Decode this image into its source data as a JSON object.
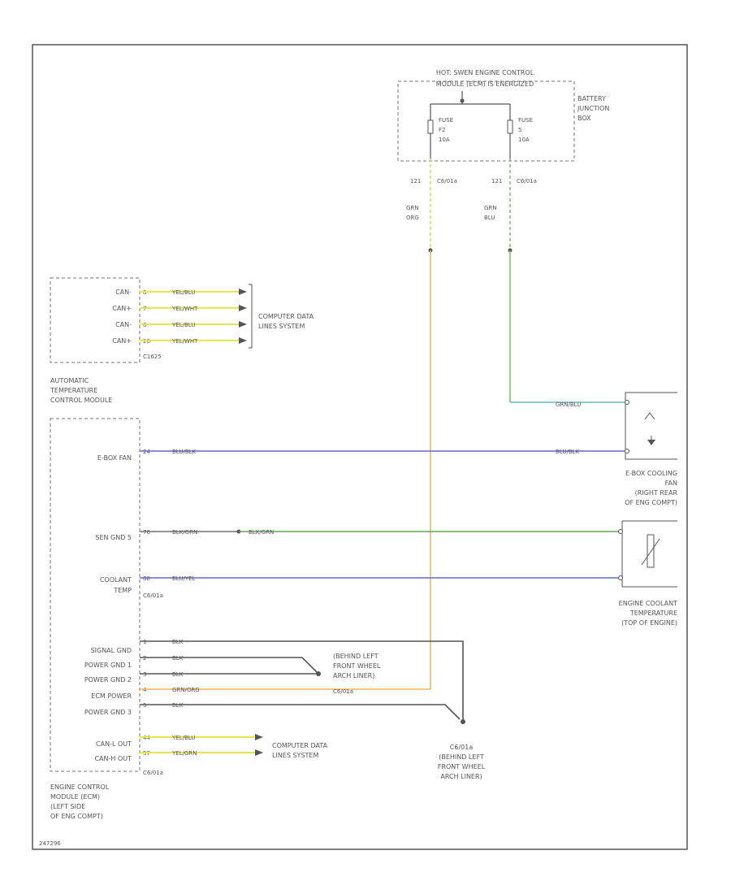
{
  "colors": {
    "orange": "#f0b060",
    "green": "#66cc55",
    "teal": "#66bbbb",
    "blue": "#6666cc",
    "gray": "#555555",
    "yellow": "#e6e64d",
    "yellow_green": "#ccdd44"
  },
  "battery_box": {
    "header_line1": "HOT: SWEN ENGINE CONTROL",
    "header_line2": "MODULE (ECM) IS ENERGIZED",
    "label_line1": "BATTERY",
    "label_line2": "JUNCTION",
    "label_line3": "BOX",
    "fuse_left": {
      "line1": "FUSE",
      "line2": "F2",
      "line3": "10A"
    },
    "fuse_right": {
      "line1": "FUSE",
      "line2": "5",
      "line3": "10A"
    },
    "left_pin": "121",
    "left_connector": "C6/01a",
    "right_pin": "121",
    "right_connector": "C6/01a",
    "left_wire_line1": "GRN",
    "left_wire_line2": "ORG",
    "right_wire_line1": "GRN",
    "right_wire_line2": "BLU"
  },
  "atc_module": {
    "pins": [
      {
        "name": "CAN-",
        "num": "8",
        "wire": "YEL/BLU"
      },
      {
        "name": "CAN+",
        "num": "7",
        "wire": "YEL/WHT"
      },
      {
        "name": "CAN-",
        "num": "8",
        "wire": "YEL/BLU"
      },
      {
        "name": "CAN+",
        "num": "20",
        "wire": "YEL/WHT"
      }
    ],
    "connector": "C1625",
    "destination_line1": "COMPUTER DATA",
    "destination_line2": "LINES SYSTEM",
    "label_line1": "AUTOMATIC",
    "label_line2": "TEMPERATURE",
    "label_line3": "CONTROL MODULE"
  },
  "ecm": {
    "ebox_fan": {
      "name": "E-BOX FAN",
      "num": "24",
      "wire": "BLU/BLK",
      "wire_right": "BLU/BLK"
    },
    "fan_supply_wire": "GRN/BLU",
    "sen_gnd": {
      "name": "SEN GND 5",
      "num": "76",
      "wire": "BLK/GRN",
      "wire_right": "BLK/GRN"
    },
    "coolant": {
      "name_line1": "COOLANT",
      "name_line2": "TEMP",
      "num": "88",
      "wire": "BLU/YEL",
      "connector": "C6/01a"
    },
    "grounds": [
      {
        "name": "SIGNAL GND",
        "num": "1",
        "wire": "BLK"
      },
      {
        "name": "POWER GND 1",
        "num": "2",
        "wire": "BLK"
      },
      {
        "name": "POWER GND 2",
        "num": "3",
        "wire": "BLK"
      },
      {
        "name": "ECM POWER",
        "num": "4",
        "wire": "GRN/ORG"
      },
      {
        "name": "POWER GND 3",
        "num": "5",
        "wire": "BLK"
      }
    ],
    "can_pins": [
      {
        "name": "CAN-L OUT",
        "num": "44",
        "wire": "YEL/BLU"
      },
      {
        "name": "CAN-H OUT",
        "num": "57",
        "wire": "YEL/GRN"
      }
    ],
    "connector": "C6/01a",
    "label_line1": "ENGINE CONTROL",
    "label_line2": "MODULE (ECM)",
    "label_line3": "(LEFT SIDE",
    "label_line4": "OF ENG COMPT)"
  },
  "ground1": {
    "line1": "(BEHIND LEFT",
    "line2": "FRONT WHEEL",
    "line3": "ARCH LINER)",
    "connector": "C6/01a"
  },
  "ground2": {
    "name": "C6/01a",
    "line1": "(BEHIND LEFT",
    "line2": "FRONT WHEEL",
    "line3": "ARCH LINER)"
  },
  "ecm_can_destination": {
    "line1": "COMPUTER DATA",
    "line2": "LINES SYSTEM"
  },
  "ebox_fan_motor": {
    "line1": "E-BOX COOLING",
    "line2": "FAN",
    "line3": "(RIGHT REAR",
    "line4": "OF ENG COMPT)"
  },
  "coolant_sensor": {
    "line1": "ENGINE COOLANT",
    "line2": "TEMPERATURE",
    "line3": "(TOP OF ENGINE)"
  },
  "footer": "247296"
}
